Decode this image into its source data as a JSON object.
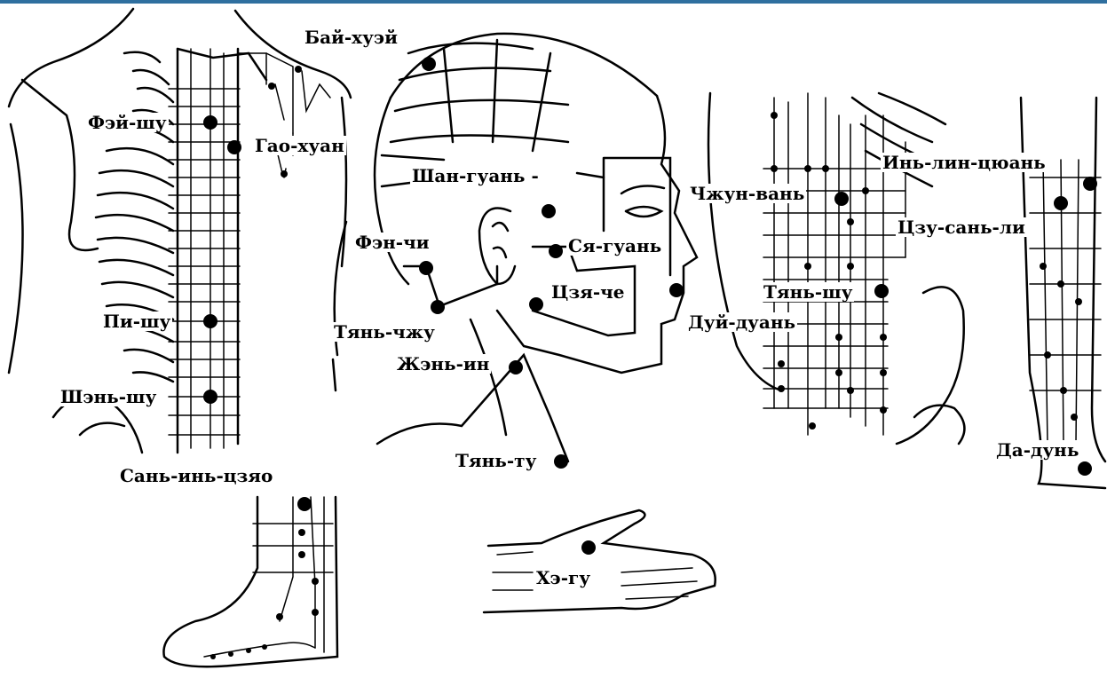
{
  "colors": {
    "ink": "#000000",
    "paper": "#ffffff",
    "top_bar": "#2f6f9f"
  },
  "points": {
    "bai_huei": "Бай-хуэй",
    "fei_shu": "Фэй-шу",
    "gao_huan": "Гао-хуан",
    "shan_guan": "Шан-гуань -",
    "zhun_van": "Чжун-вань",
    "yin_lin_tsuan": "Инь-лин-цюань",
    "feng_chi": "Фэн-чи",
    "sya_guan": "Ся-гуань",
    "tszu_san_li": "Цзу-сань-ли",
    "tszya_che": "Цзя-че",
    "tian_shu": "Тянь-шу",
    "pi_shu": "Пи-шу",
    "dui_duan": "Дуй-дуань",
    "tian_zhu": "Тянь-чжу",
    "zhen_in": "Жэнь-ин",
    "shen_shu": "Шэнь-шу",
    "da_dun": "Да-дунь",
    "tian_tu": "Тянь-ту",
    "san_in_tszyao": "Сань-инь-цзяо",
    "he_gu": "Хэ-гу"
  }
}
